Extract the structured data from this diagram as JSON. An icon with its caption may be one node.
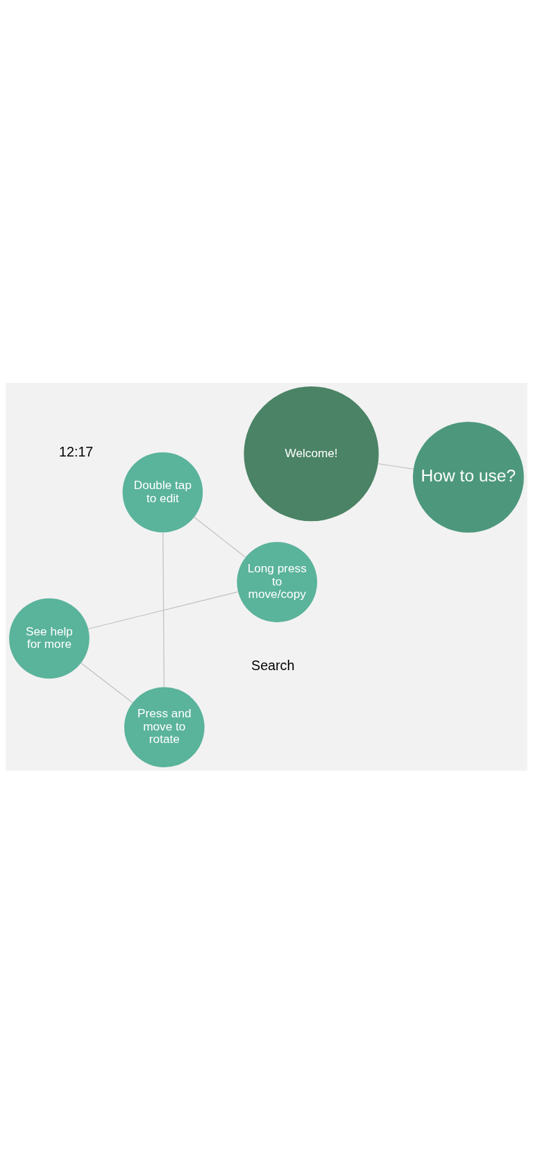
{
  "diagram": {
    "nodes": [
      {
        "text": [
          "Welcome!"
        ]
      },
      {
        "text": [
          "See help for more"
        ]
      },
      {
        "text": [
          "Long press to move/copy"
        ]
      },
      {
        "text": [
          "How to use?"
        ]
      },
      {
        "text": [
          "Press and move to rotate"
        ]
      },
      {
        "text": [
          "Double tap to edit"
        ]
      }
    ],
    "edges": [
      {
        "from": 0,
        "to": 3,
        "arrow": "none"
      },
      {
        "from": 1,
        "to": 4,
        "arrow": "none"
      },
      {
        "from": 4,
        "to": 5,
        "arrow": "none"
      },
      {
        "from": 5,
        "to": 2,
        "arrow": "none"
      },
      {
        "from": 2,
        "to": 1,
        "arrow": "none"
      }
    ],
    "labels": [
      "12:17",
      "Search"
    ]
  }
}
